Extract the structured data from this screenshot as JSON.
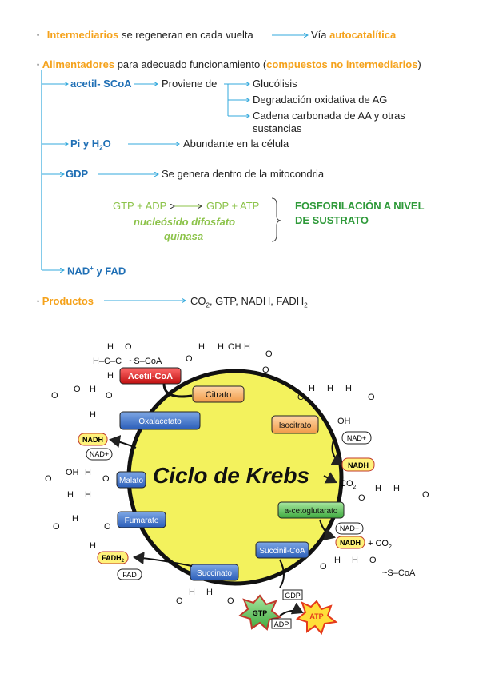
{
  "notes": {
    "line1": {
      "bullet": "*",
      "highlight": "Intermediarios",
      "text": "se regeneran en cada vuelta",
      "target_prefix": "Vía",
      "target_highlight": "autocatalítica"
    },
    "line2": {
      "bullet": "*",
      "highlight": "Alimentadores",
      "text": "para adecuado funcionamiento (",
      "paren_highlight": "compuestos no intermediarios",
      "close": ")"
    },
    "acetil": {
      "label": "acetil- SCoA",
      "proviene": "Proviene de",
      "sources": [
        "Glucólisis",
        "Degradación oxidativa de AG",
        "Cadena carbonada de AA y otras",
        "sustancias"
      ]
    },
    "pi": {
      "label_a": "Pi y H",
      "label_sub": "2",
      "label_b": "O",
      "text": "Abundante en la célula"
    },
    "gdp": {
      "label": "GDP",
      "text": "Se genera dentro de la mitocondria"
    },
    "gtp_reaction": {
      "left": "GTP + ADP",
      "right": "GDP + ATP",
      "enzyme_1": "nucleósido difosfato",
      "enzyme_2": "quinasa",
      "fosforilacion_1": "FOSFORILACIÓN A NIVEL",
      "fosforilacion_2": "DE SUSTRATO"
    },
    "nad": {
      "a": "NAD",
      "sup": "+",
      "b": " y FAD"
    },
    "productos": {
      "bullet": "*",
      "label": "Productos",
      "co": "CO",
      "co_sub": "2",
      "rest": ", GTP, NADH, FADH",
      "fad_sub": "2"
    }
  },
  "diagram": {
    "title": "Ciclo de Krebs",
    "acetyl_coa": "Acetil-CoA",
    "intermediates": {
      "citrato": "Citrato",
      "isocitrato": "Isocitrato",
      "aceto": "a-cetoglutarato",
      "succinilcoa": "Succinil-CoA",
      "succinato": "Succinato",
      "fumarato": "Fumarato",
      "malato": "Malato",
      "oxalacetato": "Oxalacetato"
    },
    "cofactors": {
      "nad_plus": "NAD+",
      "nadh": "NADH",
      "co2": "CO",
      "co2_sub": "2",
      "plus_co2": "+ CO",
      "fadh2": "FADH",
      "fadh_sub": "2",
      "fad": "FAD",
      "gdp": "GDP",
      "gtp": "GTP",
      "adp": "ADP",
      "atp": "ATP"
    },
    "chem": {
      "h": "H",
      "o": "O",
      "c": "C",
      "oh": "OH",
      "scoa": "S–CoA",
      "acetyl_row": "H–C–C",
      "tilde_scoa": "~S–CoA",
      "minus": "⁻"
    }
  }
}
